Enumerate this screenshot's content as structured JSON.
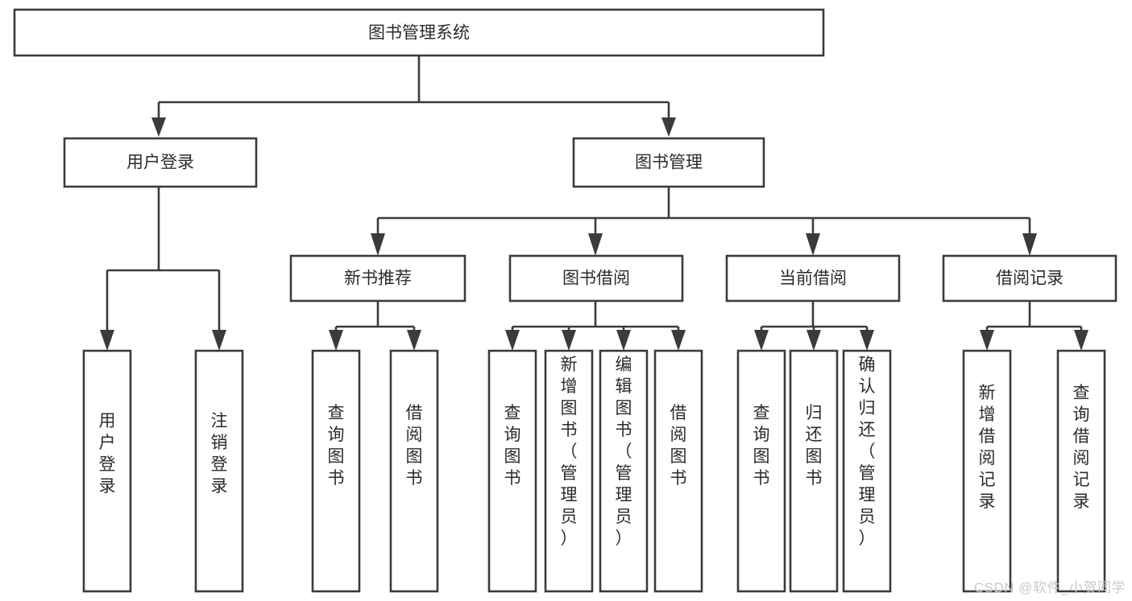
{
  "diagram": {
    "type": "tree-hierarchy",
    "title": "图书管理系统",
    "orientation": "top-down",
    "colors": {
      "box_stroke": "#3b3b3b",
      "box_fill": "#ffffff",
      "text": "#2b2b2b",
      "background": "#ffffff",
      "watermark": "#c9c9c9"
    },
    "root": {
      "label": "图书管理系统"
    },
    "level1": [
      {
        "label": "用户登录"
      },
      {
        "label": "图书管理"
      }
    ],
    "level2": [
      {
        "label": "新书推荐"
      },
      {
        "label": "图书借阅"
      },
      {
        "label": "当前借阅"
      },
      {
        "label": "借阅记录"
      }
    ],
    "leaves": {
      "user_login": [
        {
          "label": "用户登录"
        },
        {
          "label": "注销登录"
        }
      ],
      "new_book_recommend": [
        {
          "label": "查询图书"
        },
        {
          "label": "借阅图书"
        }
      ],
      "book_borrow": [
        {
          "label": "查询图书"
        },
        {
          "label": "新增图书（管理员）"
        },
        {
          "label": "编辑图书（管理员）"
        },
        {
          "label": "借阅图书"
        }
      ],
      "current_borrow": [
        {
          "label": "查询图书"
        },
        {
          "label": "归还图书"
        },
        {
          "label": "确认归还（管理员）"
        }
      ],
      "borrow_record": [
        {
          "label": "新增借阅记录"
        },
        {
          "label": "查询借阅记录"
        }
      ]
    }
  },
  "watermark": {
    "text": "CSDN @软件_小贺同学"
  }
}
